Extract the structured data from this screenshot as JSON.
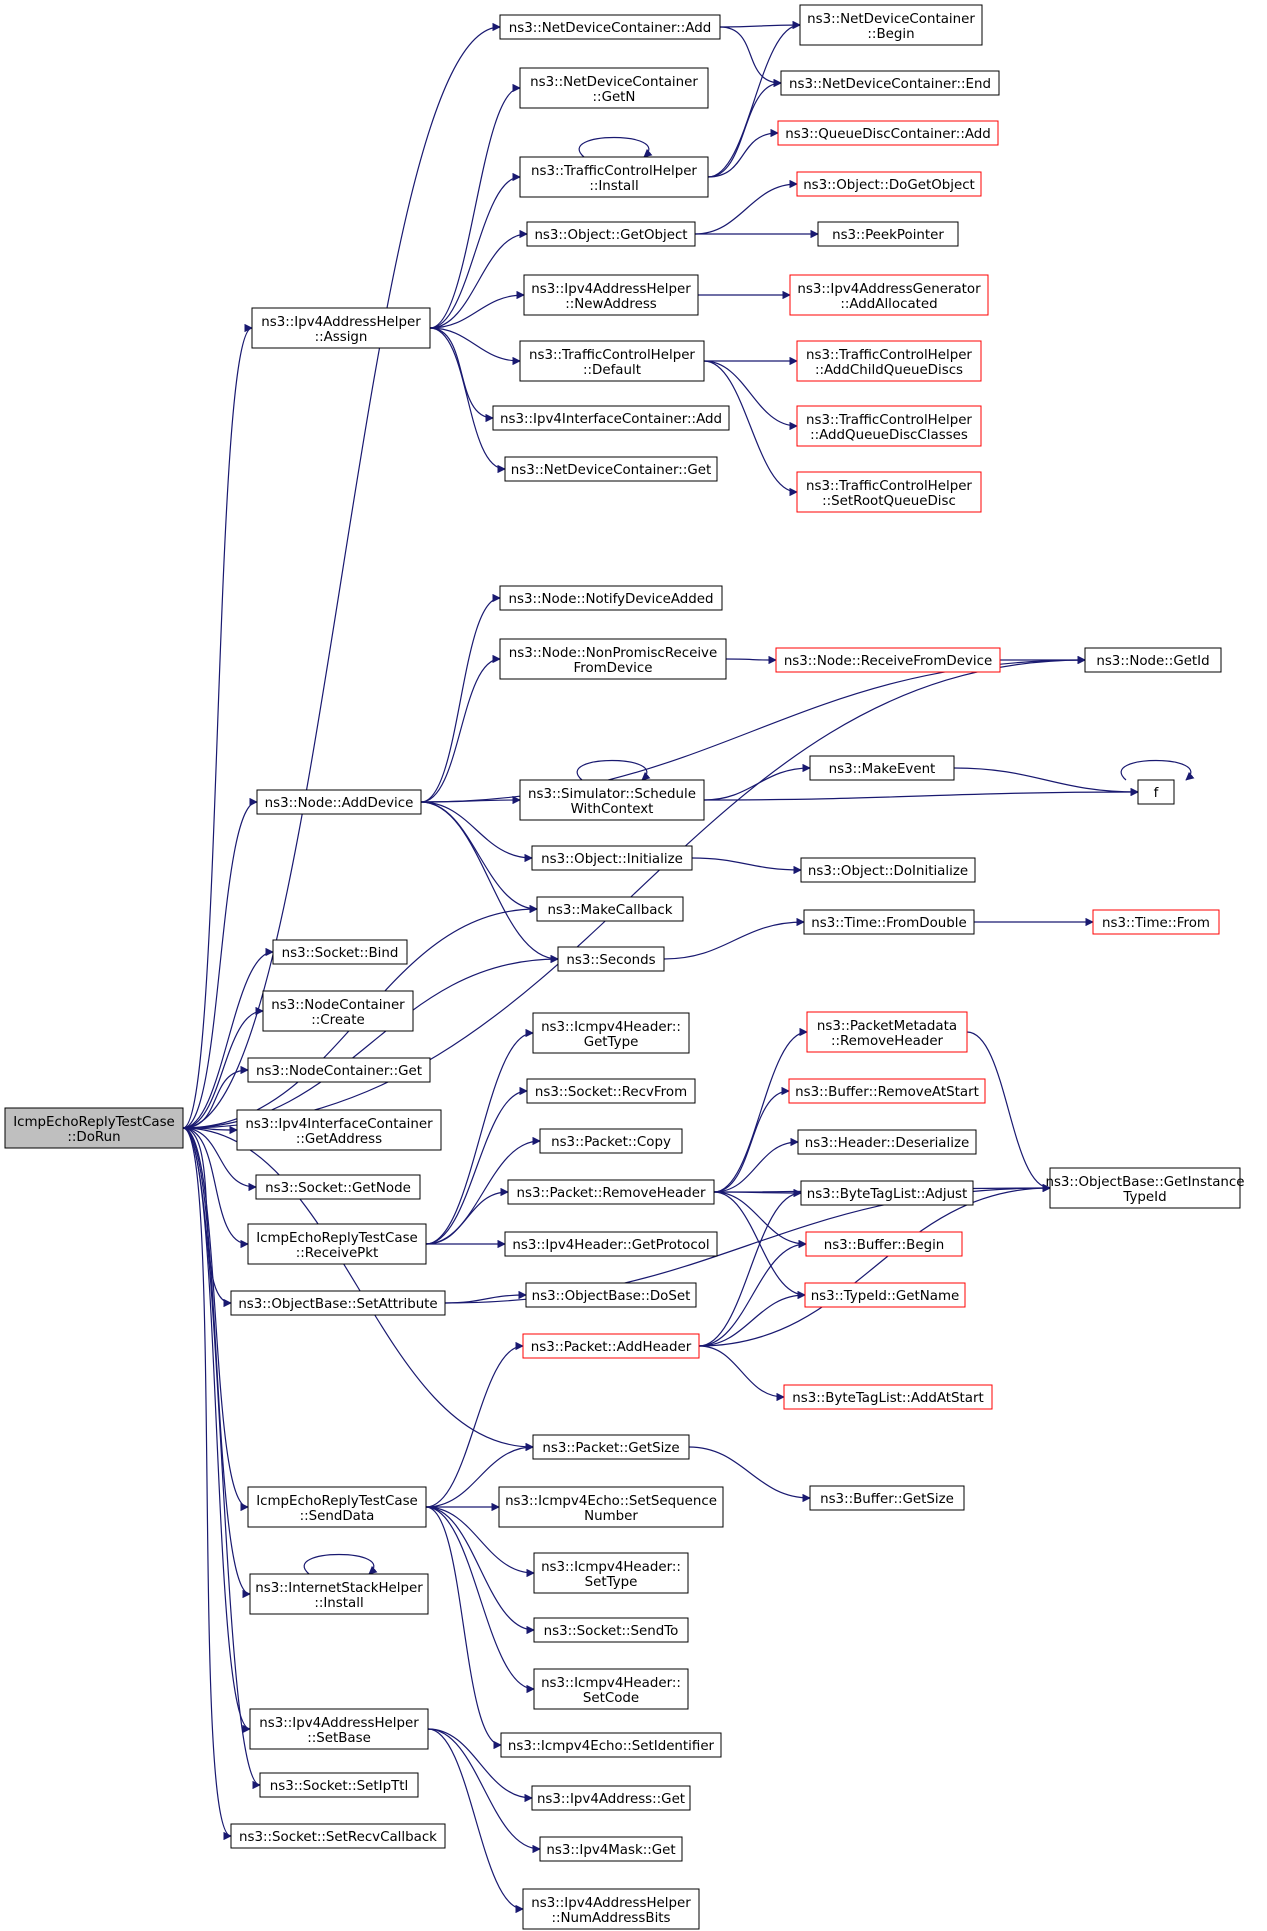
{
  "nodes": {
    "root": [
      "IcmpEchoReplyTestCase",
      "::DoRun"
    ],
    "ipv4AssignA": [
      "ns3::Ipv4AddressHelper",
      "::Assign"
    ],
    "ndcAdd": [
      "ns3::NetDeviceContainer::Add"
    ],
    "ndcGetN": [
      "ns3::NetDeviceContainer",
      "::GetN"
    ],
    "tchInstall": [
      "ns3::TrafficControlHelper",
      "::Install"
    ],
    "objGetObject": [
      "ns3::Object::GetObject"
    ],
    "ipv4NewAddr": [
      "ns3::Ipv4AddressHelper",
      "::NewAddress"
    ],
    "tchDefault": [
      "ns3::TrafficControlHelper",
      "::Default"
    ],
    "iicAdd": [
      "ns3::Ipv4InterfaceContainer::Add"
    ],
    "ndcGet": [
      "ns3::NetDeviceContainer::Get"
    ],
    "ndcBegin": [
      "ns3::NetDeviceContainer",
      "::Begin"
    ],
    "ndcEnd": [
      "ns3::NetDeviceContainer::End"
    ],
    "qdcAdd": [
      "ns3::QueueDiscContainer::Add"
    ],
    "objDoGet": [
      "ns3::Object::DoGetObject"
    ],
    "peekPtr": [
      "ns3::PeekPointer"
    ],
    "addrGenAlloc": [
      "ns3::Ipv4AddressGenerator",
      "::AddAllocated"
    ],
    "tchAddChild": [
      "ns3::TrafficControlHelper",
      "::AddChildQueueDiscs"
    ],
    "tchAddClasses": [
      "ns3::TrafficControlHelper",
      "::AddQueueDiscClasses"
    ],
    "tchSetRoot": [
      "ns3::TrafficControlHelper",
      "::SetRootQueueDisc"
    ],
    "nodeNotify": [
      "ns3::Node::NotifyDeviceAdded"
    ],
    "nodeNonProm": [
      "ns3::Node::NonPromiscReceive",
      "FromDevice"
    ],
    "nodeRecv": [
      "ns3::Node::ReceiveFromDevice"
    ],
    "nodeGetId": [
      "ns3::Node::GetId"
    ],
    "nodeAddDevice": [
      "ns3::Node::AddDevice"
    ],
    "simSchedule": [
      "ns3::Simulator::Schedule",
      "WithContext"
    ],
    "makeEvent": [
      "ns3::MakeEvent"
    ],
    "fFunc": [
      "f"
    ],
    "objInit": [
      "ns3::Object::Initialize"
    ],
    "objDoInit": [
      "ns3::Object::DoInitialize"
    ],
    "makeCallback": [
      "ns3::MakeCallback"
    ],
    "timeFromDouble": [
      "ns3::Time::FromDouble"
    ],
    "timeFrom": [
      "ns3::Time::From"
    ],
    "seconds": [
      "ns3::Seconds"
    ],
    "sockBind": [
      "ns3::Socket::Bind"
    ],
    "ncCreate": [
      "ns3::NodeContainer",
      "::Create"
    ],
    "ncGet": [
      "ns3::NodeContainer::Get"
    ],
    "iicGetAddr": [
      "ns3::Ipv4InterfaceContainer",
      "::GetAddress"
    ],
    "sockGetNode": [
      "ns3::Socket::GetNode"
    ],
    "receivePkt": [
      "IcmpEchoReplyTestCase",
      "::ReceivePkt"
    ],
    "objSetAttr": [
      "ns3::ObjectBase::SetAttribute"
    ],
    "icmpGetType": [
      "ns3::Icmpv4Header::",
      "GetType"
    ],
    "sockRecvFrom": [
      "ns3::Socket::RecvFrom"
    ],
    "pktCopy": [
      "ns3::Packet::Copy"
    ],
    "pktRemoveHdr": [
      "ns3::Packet::RemoveHeader"
    ],
    "ipv4GetProto": [
      "ns3::Ipv4Header::GetProtocol"
    ],
    "objDoSet": [
      "ns3::ObjectBase::DoSet"
    ],
    "pmRemoveHdr": [
      "ns3::PacketMetadata",
      "::RemoveHeader"
    ],
    "bufRemoveAtStart": [
      "ns3::Buffer::RemoveAtStart"
    ],
    "hdrDeserialize": [
      "ns3::Header::Deserialize"
    ],
    "btlAdjust": [
      "ns3::ByteTagList::Adjust"
    ],
    "bufBegin": [
      "ns3::Buffer::Begin"
    ],
    "typeGetName": [
      "ns3::TypeId::GetName"
    ],
    "pktAddHdr": [
      "ns3::Packet::AddHeader"
    ],
    "btlAddAtStart": [
      "ns3::ByteTagList::AddAtStart"
    ],
    "objGetInstTid": [
      "ns3::ObjectBase::GetInstance",
      "TypeId"
    ],
    "pktGetSize": [
      "ns3::Packet::GetSize"
    ],
    "bufGetSize": [
      "ns3::Buffer::GetSize"
    ],
    "sendData": [
      "IcmpEchoReplyTestCase",
      "::SendData"
    ],
    "echoSetSeq": [
      "ns3::Icmpv4Echo::SetSequence",
      "Number"
    ],
    "icmpSetType": [
      "ns3::Icmpv4Header::",
      "SetType"
    ],
    "sockSendTo": [
      "ns3::Socket::SendTo"
    ],
    "icmpSetCode": [
      "ns3::Icmpv4Header::",
      "SetCode"
    ],
    "echoSetId": [
      "ns3::Icmpv4Echo::SetIdentifier"
    ],
    "ishInstall": [
      "ns3::InternetStackHelper",
      "::Install"
    ],
    "ipv4SetBase": [
      "ns3::Ipv4AddressHelper",
      "::SetBase"
    ],
    "sockSetIpTtl": [
      "ns3::Socket::SetIpTtl"
    ],
    "sockSetRecvCb": [
      "ns3::Socket::SetRecvCallback"
    ],
    "ipv4AddrGet": [
      "ns3::Ipv4Address::Get"
    ],
    "ipv4MaskGet": [
      "ns3::Ipv4Mask::Get"
    ],
    "ipv4NumBits": [
      "ns3::Ipv4AddressHelper",
      "::NumAddressBits"
    ]
  },
  "colors": {
    "edge": "#191970",
    "highlight_border": "#ff0000",
    "root_fill": "#bfbfbf"
  }
}
